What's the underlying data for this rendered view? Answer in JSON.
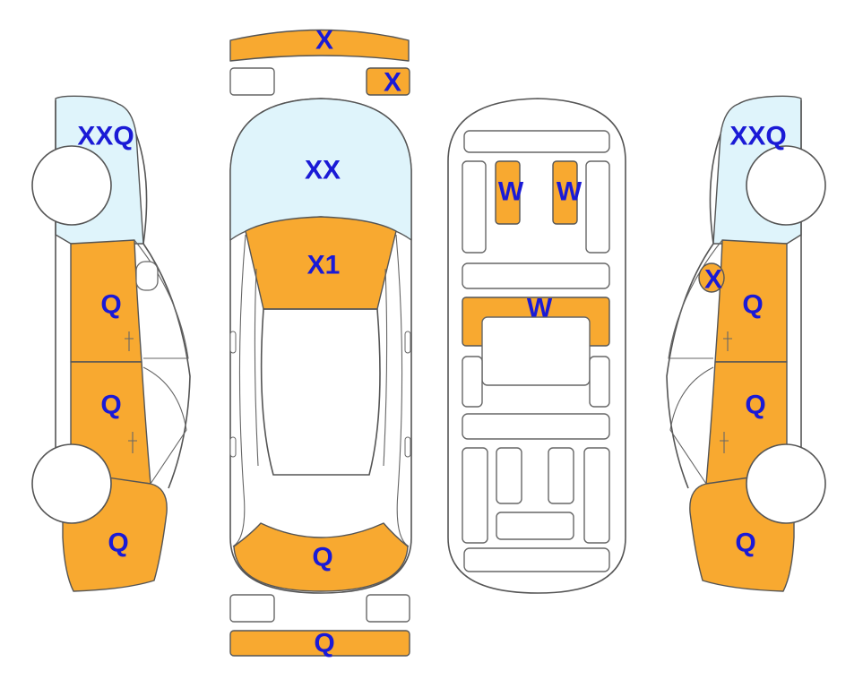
{
  "colors": {
    "damaged": "#f8a930",
    "glass": "#dff4fb",
    "outline": "#555555",
    "label": "#1a1ad6"
  },
  "labels": {
    "front_bumper_top": "X",
    "front_small_right": "X",
    "windshield": "XX",
    "hood": "X1",
    "trunk": "Q",
    "rear_bumper": "Q",
    "left_glass": "XXQ",
    "left_front_door": "Q",
    "left_rear_door": "Q",
    "left_rear_quarter": "Q",
    "interior_seat_left": "W",
    "interior_seat_right": "W",
    "interior_floor": "W",
    "right_glass": "XXQ",
    "right_mirror": "X",
    "right_front_door": "Q",
    "right_rear_door": "Q",
    "right_rear_quarter": "Q"
  }
}
